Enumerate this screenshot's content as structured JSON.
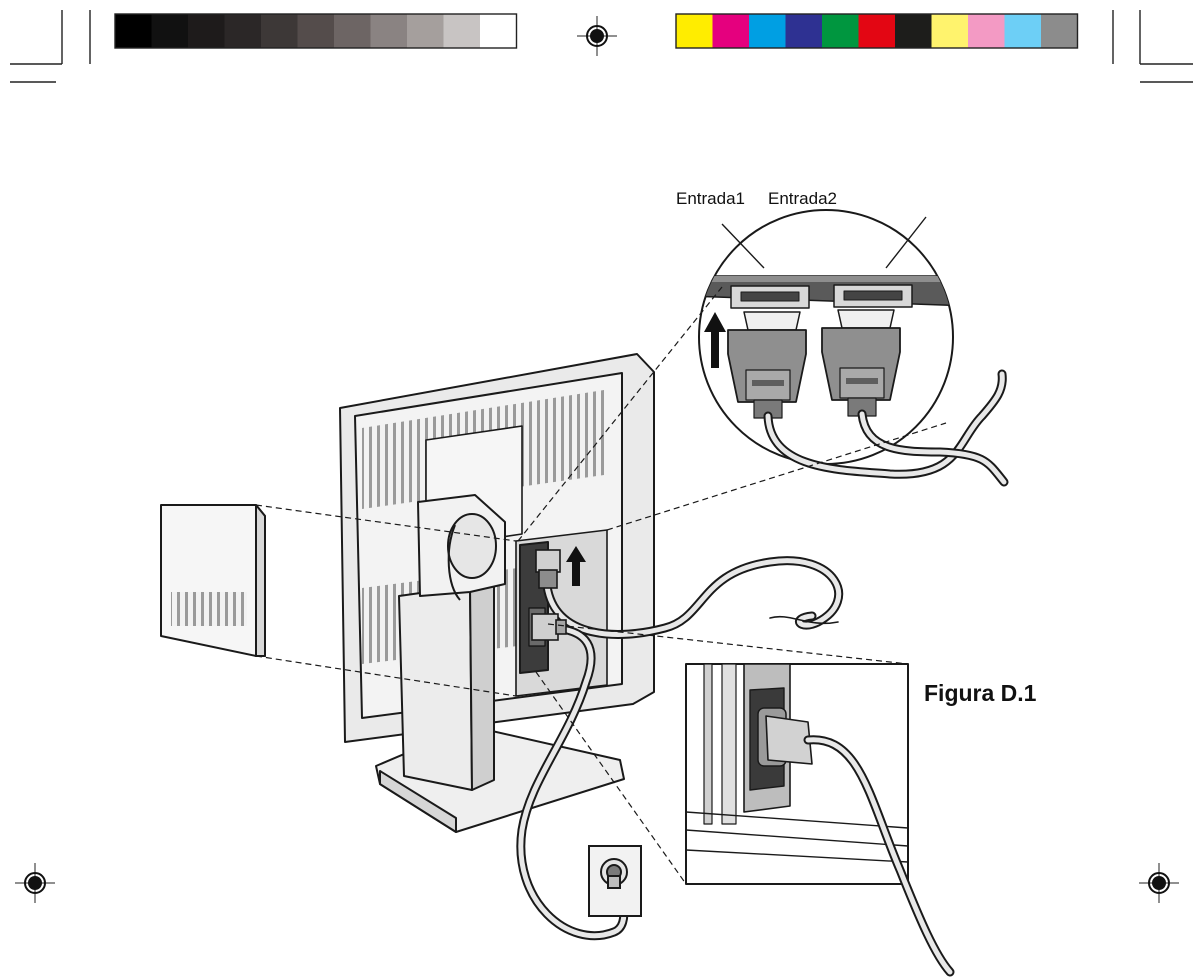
{
  "labels": {
    "input1": "Entrada1",
    "input2": "Entrada2",
    "figure": "Figura D.1"
  },
  "colors": {
    "grayscale_bar": [
      "#000000",
      "#111111",
      "#1e1b1b",
      "#2b2727",
      "#3d3837",
      "#544c4b",
      "#6d6564",
      "#8a8382",
      "#a59f9d",
      "#c8c4c3",
      "#ffffff"
    ],
    "process_bar": [
      "#ffed00",
      "#e5007e",
      "#009fe3",
      "#2e3192",
      "#00963f",
      "#e30613",
      "#1d1d1b",
      "#fff36d",
      "#f39ac4",
      "#6dcff6",
      "#8c8c8c"
    ],
    "line": "#1a1a1a",
    "body": "#ececec"
  },
  "icons": [
    "registration-mark-icon",
    "up-arrow-icon",
    "power-outlet-icon"
  ]
}
